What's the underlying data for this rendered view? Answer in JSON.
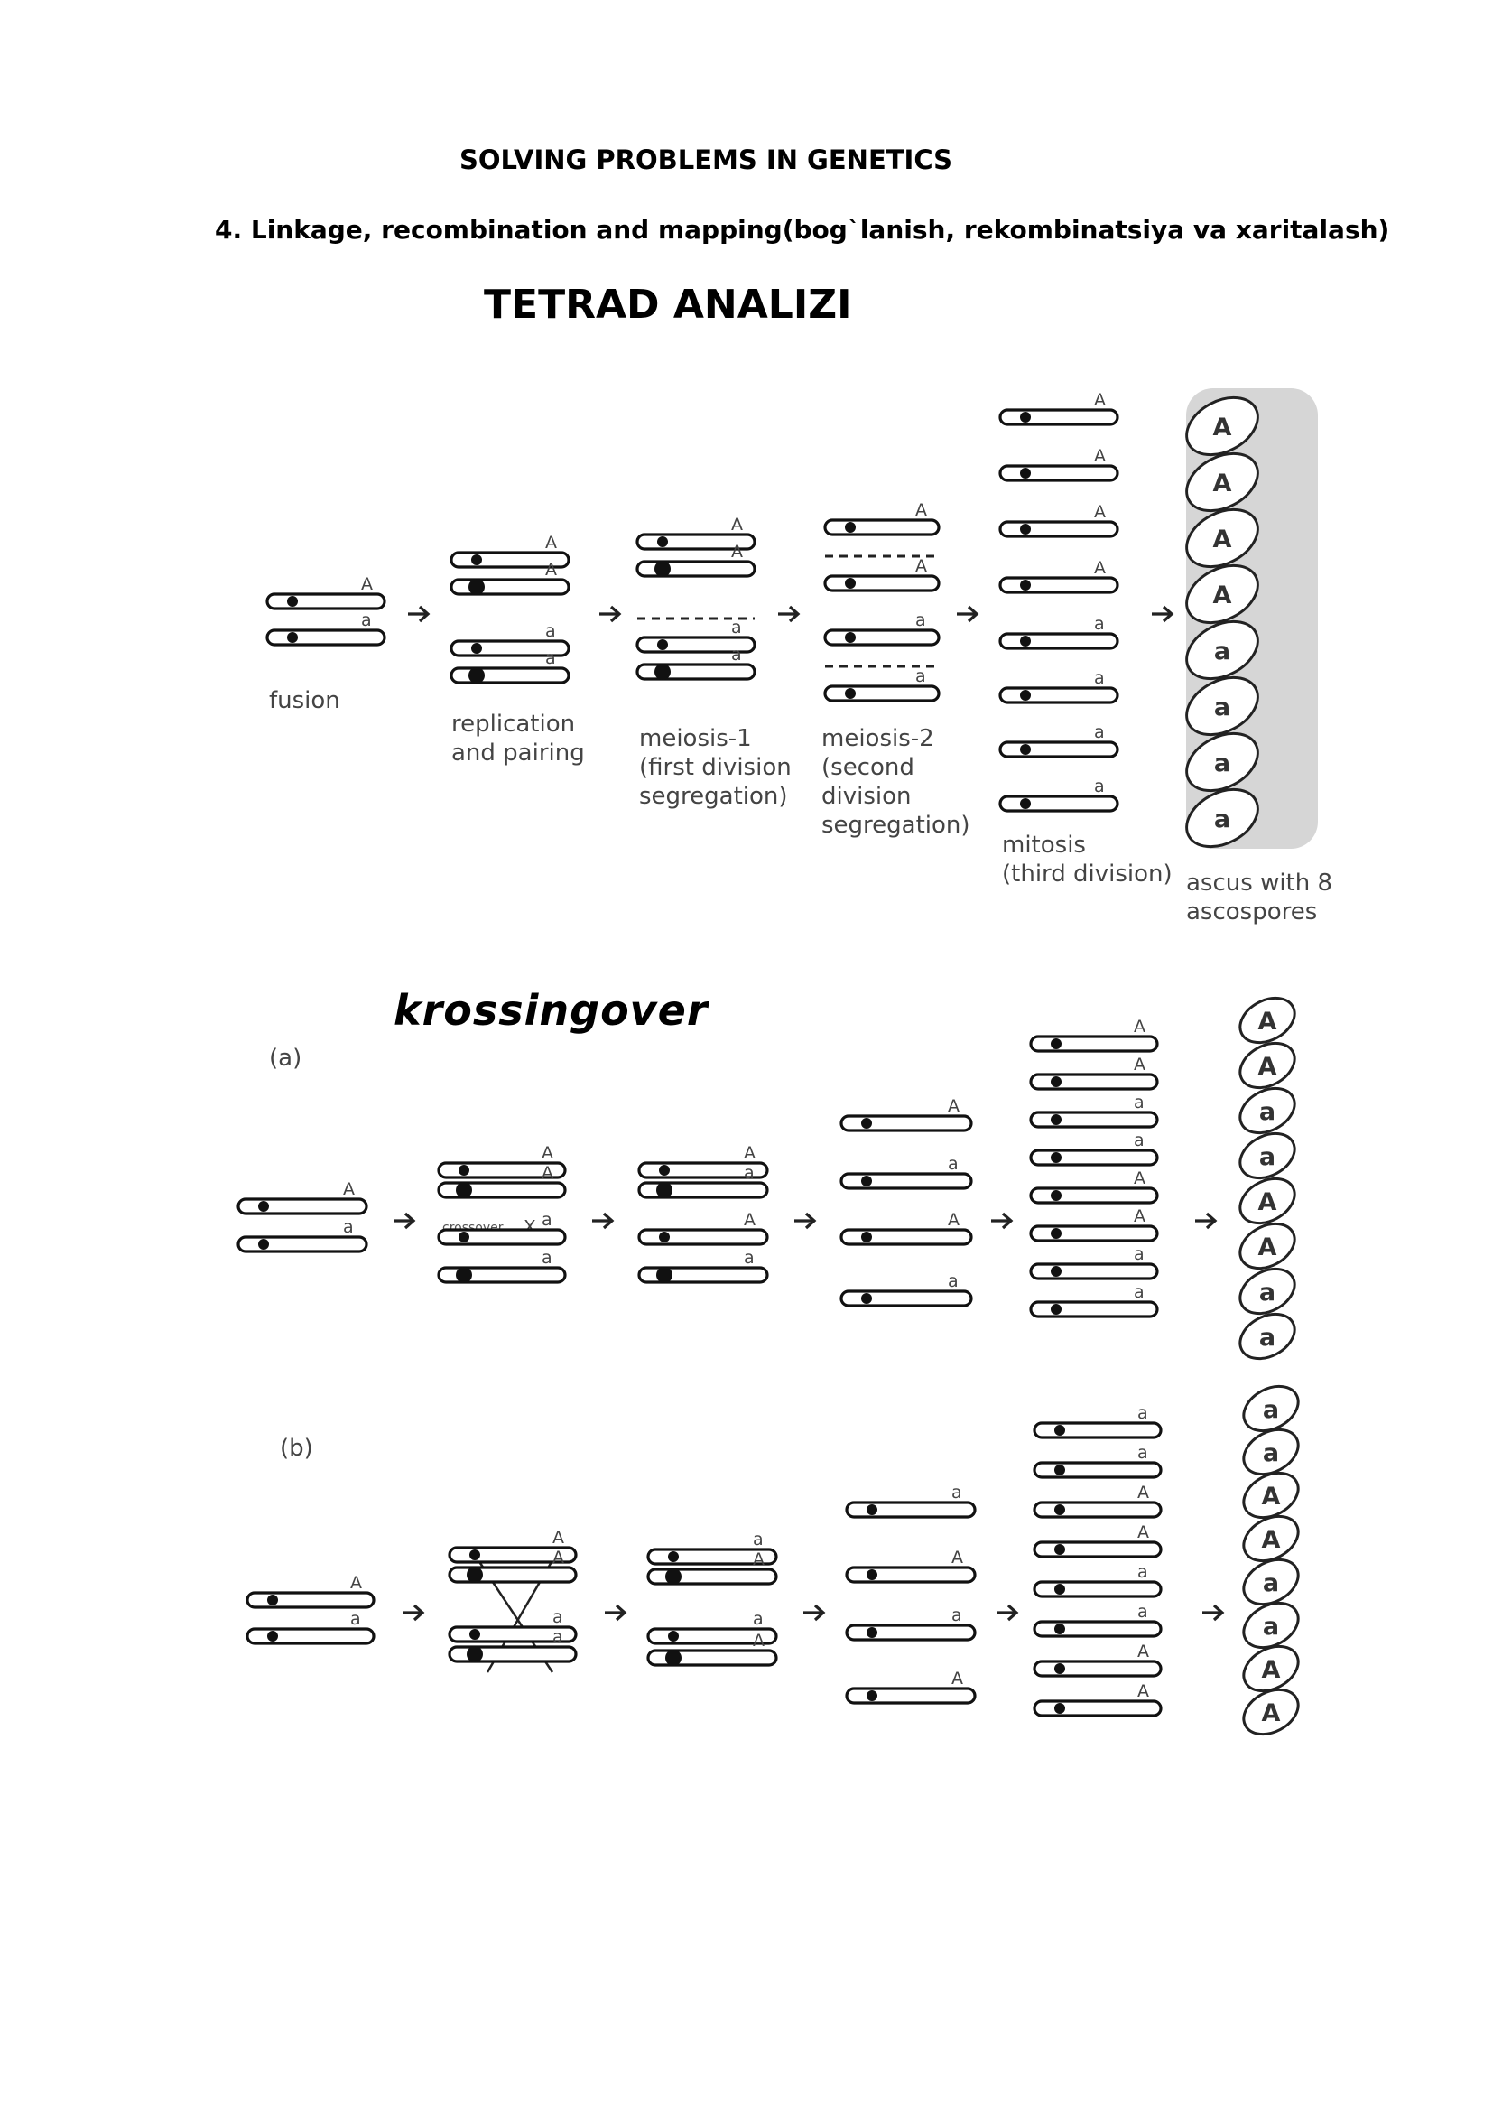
{
  "doc_title": "SOLVING PROBLEMS IN GENETICS",
  "section_title": "4. Linkage, recombination and mapping(bog`lanish, rekombinatsiya va xaritalash)",
  "tetrad_title": "TETRAD ANALIZI",
  "krossingover_title": "krossingover",
  "figure1": {
    "stage_labels": {
      "fusion": "fusion",
      "replication_1": "replication",
      "replication_2": "and pairing",
      "meiosis1_1": "meiosis-1",
      "meiosis1_2": "(first division",
      "meiosis1_3": "segregation)",
      "meiosis2_1": "meiosis-2",
      "meiosis2_2": "(second",
      "meiosis2_3": "division",
      "meiosis2_4": "segregation)",
      "mitosis_1": "mitosis",
      "mitosis_2": "(third division)",
      "ascus_1": "ascus with 8",
      "ascus_2": "ascospores"
    },
    "fusion_alleles": [
      "A",
      "a"
    ],
    "replication_alleles": [
      "A",
      "A",
      "a",
      "a"
    ],
    "meiosis1_alleles": [
      "A",
      "A",
      "a",
      "a"
    ],
    "meiosis2_alleles": [
      "A",
      "A",
      "a",
      "a"
    ],
    "mitosis_alleles": [
      "A",
      "A",
      "A",
      "A",
      "a",
      "a",
      "a",
      "a"
    ],
    "ascospores": [
      "A",
      "A",
      "A",
      "A",
      "a",
      "a",
      "a",
      "a"
    ]
  },
  "figure_a": {
    "panel_label": "(a)",
    "crossover_label": "crossover",
    "crossover_mark": "X",
    "fusion_alleles": [
      "A",
      "a"
    ],
    "replication_alleles": [
      "A",
      "A",
      "a",
      "a"
    ],
    "meiosis1_alleles": [
      "A",
      "a",
      "A",
      "a"
    ],
    "meiosis2_alleles": [
      "A",
      "a",
      "A",
      "a"
    ],
    "mitosis_alleles": [
      "A",
      "A",
      "a",
      "a",
      "A",
      "A",
      "a",
      "a"
    ],
    "ascospores": [
      "A",
      "A",
      "a",
      "a",
      "A",
      "A",
      "a",
      "a"
    ]
  },
  "figure_b": {
    "panel_label": "(b)",
    "fusion_alleles": [
      "A",
      "a"
    ],
    "replication_alleles": [
      "A",
      "A",
      "a",
      "a"
    ],
    "meiosis1_alleles": [
      "a",
      "A",
      "a",
      "A"
    ],
    "meiosis2_alleles": [
      "a",
      "A",
      "a",
      "A"
    ],
    "mitosis_alleles": [
      "a",
      "a",
      "A",
      "A",
      "a",
      "a",
      "A",
      "A"
    ],
    "ascospores": [
      "a",
      "a",
      "A",
      "A",
      "a",
      "a",
      "A",
      "A"
    ]
  }
}
